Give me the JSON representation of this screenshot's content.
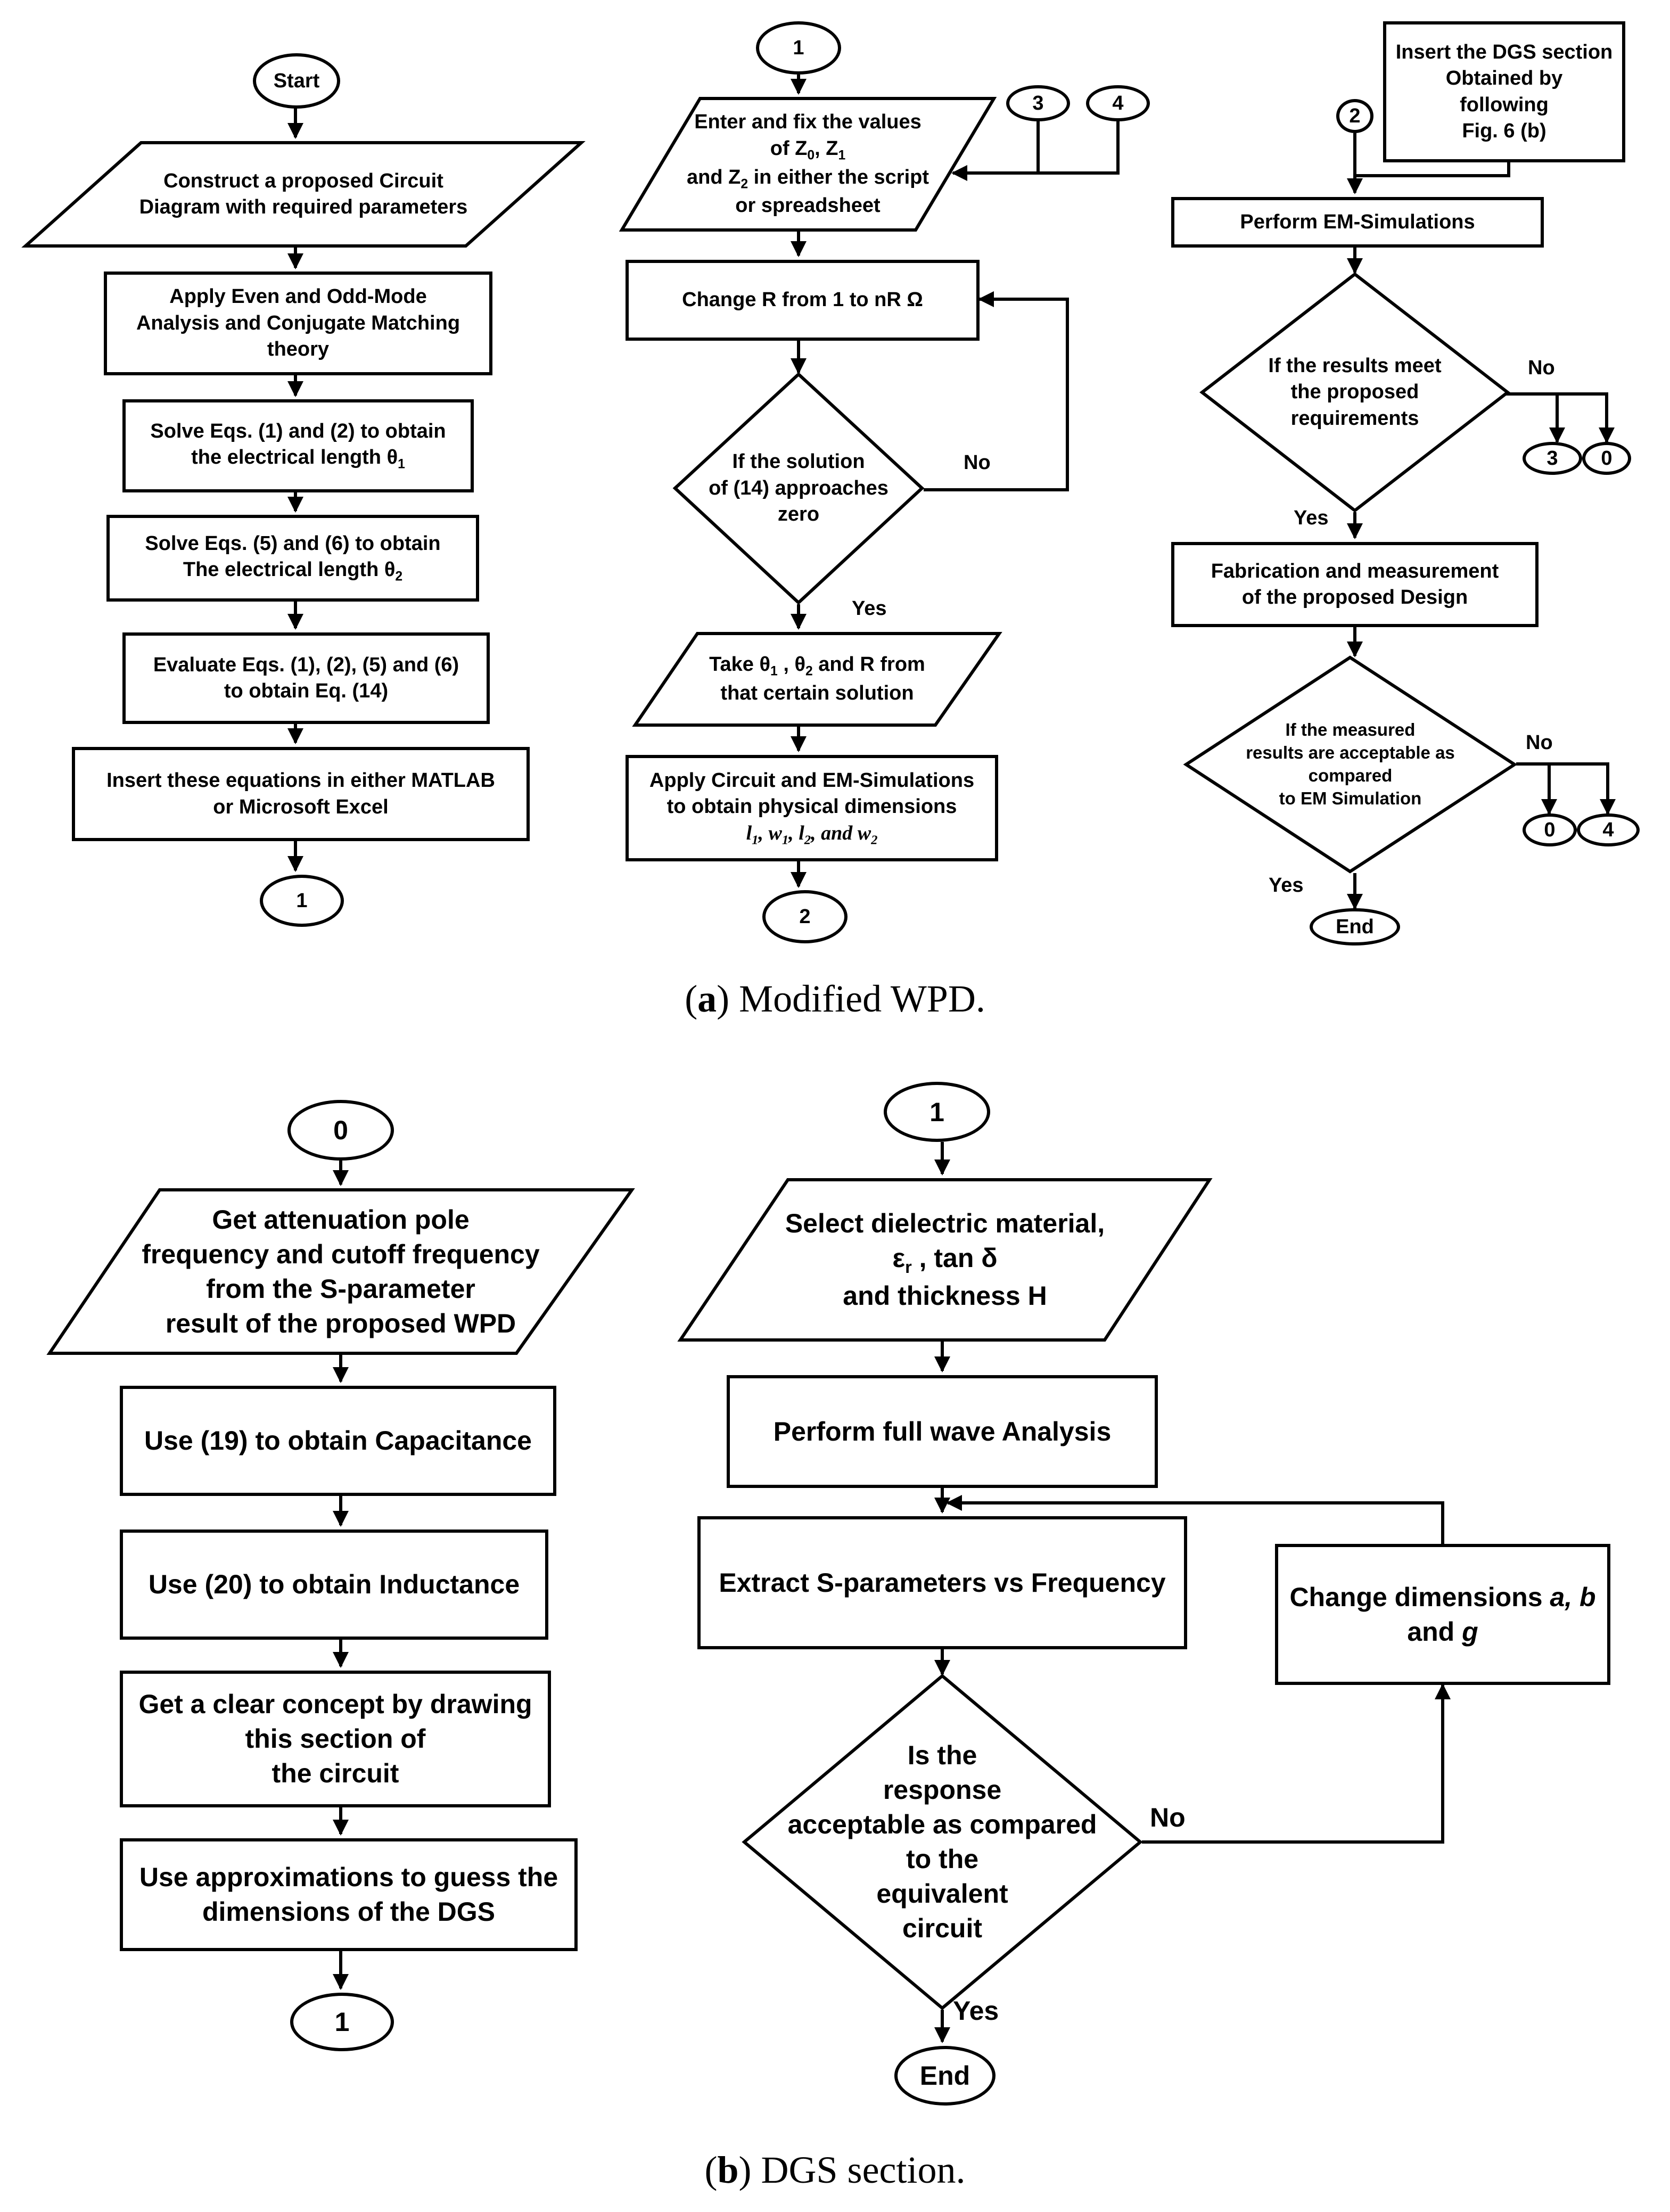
{
  "fig_a": {
    "caption_letter": "a",
    "caption_text": " Modified WPD.",
    "col1": {
      "start": "Start",
      "construct": "Construct a proposed Circuit\nDiagram with required parameters",
      "apply_even": "Apply Even and Odd-Mode\nAnalysis and Conjugate Matching\ntheory",
      "solve1_line1": "Solve  Eqs. (1) and (2) to obtain",
      "solve1_line2": "the electrical length θ",
      "solve1_sub": "1",
      "solve2_line1": "Solve Eqs. (5) and (6)  to obtain",
      "solve2_line2": "The electrical length θ",
      "solve2_sub": "2",
      "evaluate": "Evaluate  Eqs. (1), (2), (5)  and (6)\nto obtain  Eq. (14)",
      "insert": "Insert these equations in either MATLAB\nor Microsoft Excel",
      "connector_end": "1"
    },
    "col2": {
      "connector_start": "1",
      "enter_line1": "Enter and fix the values",
      "enter_of": "of  Z",
      "enter_sub0": "0",
      "enter_z1": ", Z",
      "enter_sub1": "1",
      "enter_and": "and Z",
      "enter_sub2": "2",
      "enter_rest": " in either the script",
      "enter_line4": "or spreadsheet",
      "conn3": "3",
      "conn4": "4",
      "change_r": "Change R from 1 to nR  Ω",
      "decision": "If the solution\nof  (14) approaches\nzero",
      "no": "No",
      "yes": "Yes",
      "take_pre": "Take θ",
      "take_s1": "1",
      "take_mid": " , θ",
      "take_s2": "2",
      "take_post": " and R from",
      "take_line2": "that certain solution",
      "apply_line1": "Apply Circuit and EM-Simulations",
      "apply_line2": "to obtain physical dimensions",
      "dims_l": "l",
      "dims_s1": "1",
      "dims_w": ", w",
      "dims_l2": ", l",
      "dims_s2": "2",
      "dims_and": ", and  w",
      "connector_end": "2"
    },
    "col3": {
      "insert_dgs": "Insert the DGS section\nObtained by\nfollowing\nFig. 6 (b)",
      "conn2": "2",
      "perform_em": "Perform  EM-Simulations",
      "decision1": "If the results meet\nthe proposed\nrequirements",
      "no1": "No",
      "conn3": "3",
      "conn0a": "0",
      "yes1": "Yes",
      "fabrication": "Fabrication and measurement\nof the proposed Design",
      "decision2": "If the measured\nresults are acceptable as\ncompared\nto EM Simulation",
      "no2": "No",
      "conn0b": "0",
      "conn4": "4",
      "yes2": "Yes",
      "end": "End"
    }
  },
  "fig_b": {
    "caption_letter": "b",
    "caption_text": " DGS section.",
    "left": {
      "connector_start": "0",
      "get_attenuation": "Get attenuation pole\nfrequency and cutoff frequency\nfrom the S-parameter\n result of the proposed WPD",
      "use19": "Use (19) to obtain Capacitance",
      "use20": "Use (20) to obtain Inductance",
      "concept": "Get a clear concept by drawing\nthis section of\nthe circuit",
      "approx": "Use approximations to guess the\ndimensions of the DGS",
      "connector_end": "1"
    },
    "right": {
      "connector_start": "1",
      "select_line1": "Select dielectric material,",
      "select_eps": "ε",
      "select_r": "r",
      "select_tan": " , tan δ",
      "select_line3": "and thickness H",
      "full_wave": "Perform full wave Analysis",
      "extract": "Extract S-parameters vs Frequency",
      "change_dims_pre": "Change dimensions ",
      "change_dims_ab": "a, b",
      "change_dims_and": "and ",
      "change_dims_g": "g",
      "decision": "Is the\nresponse\nacceptable as compared\nto the\nequivalent\ncircuit",
      "no": "No",
      "yes": "Yes",
      "end": "End"
    }
  }
}
